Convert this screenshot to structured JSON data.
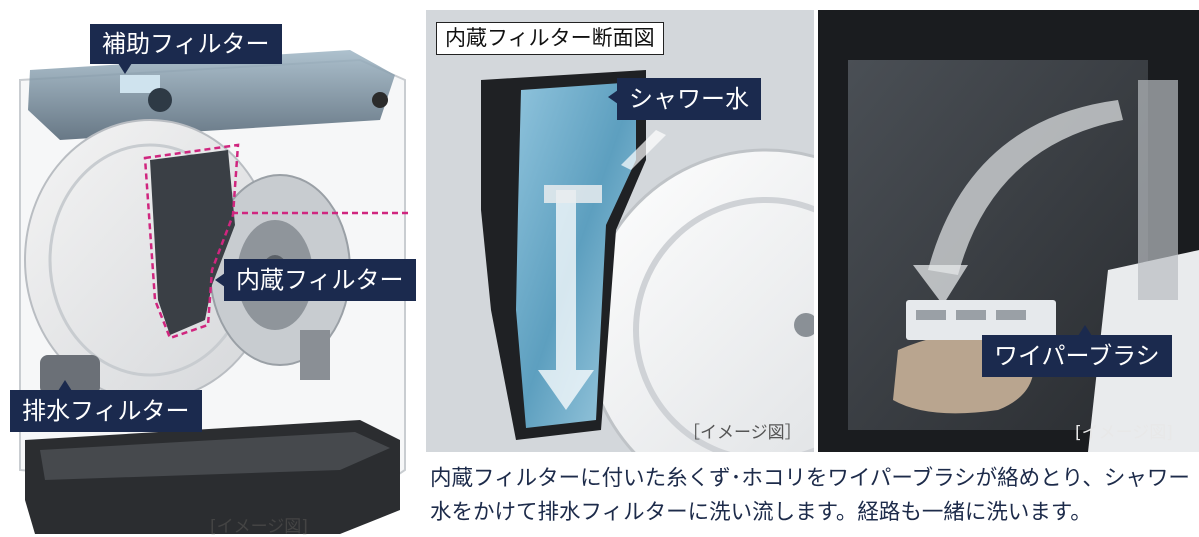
{
  "labels": {
    "aux_filter": "補助フィルター",
    "inner_filter": "内蔵フィルター",
    "drain_filter": "排水フィルター",
    "shower_water": "シャワー水",
    "wiper_brush": "ワイパーブラシ"
  },
  "section_title": "内蔵フィルター断面図",
  "image_notes": {
    "left": "[イメージ図]",
    "middle": "［イメージ図］",
    "right": "[イメージ図]"
  },
  "caption": {
    "line1": "内蔵フィルターに付いた糸くず･ホコリをワイパーブラシが絡めとり、シャワー",
    "line2": "水をかけて排水フィルターに洗い流します。経路も一緒に洗います。"
  },
  "colors": {
    "label_bg": "#1b2a4e",
    "label_text": "#ffffff",
    "dashed_outline": "#d0267f",
    "caption_text": "#1d2b4a"
  },
  "icons": [
    "washing-machine-illustration",
    "filter-cross-section-illustration",
    "wiper-brush-closeup-illustration",
    "flow-arrow"
  ]
}
